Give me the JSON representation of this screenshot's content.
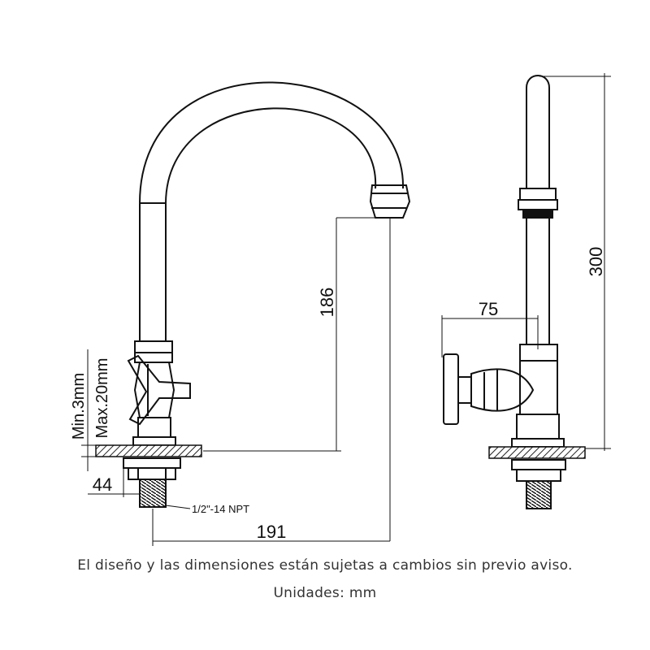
{
  "dimensions": {
    "spout_height": "186",
    "reach": "191",
    "thread_length": "44",
    "side_projection": "75",
    "total_height": "300",
    "min_thickness": "Min.3mm",
    "max_thickness": "Max.20mm",
    "thread_spec": "1/2\"-14 NPT"
  },
  "notes": {
    "disclaimer": "El diseño y las dimensiones están sujetas a cambios sin previo aviso.",
    "units": "Unidades:  mm"
  }
}
